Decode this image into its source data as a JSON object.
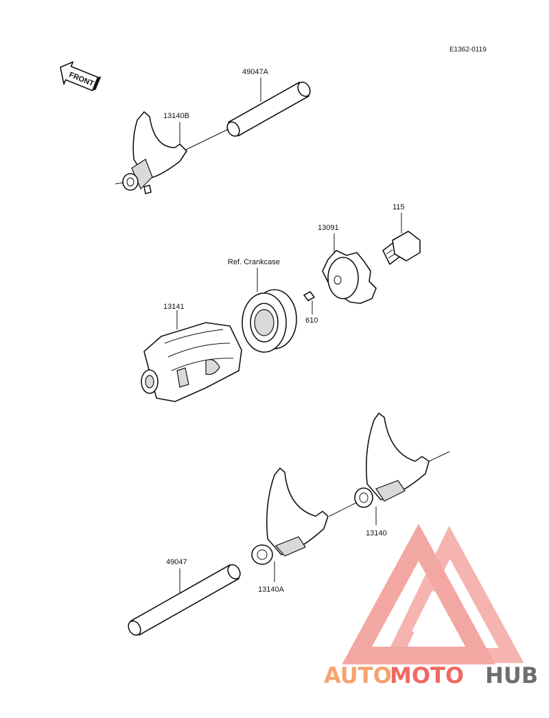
{
  "diagram": {
    "code": "E1362-0119",
    "front_label": "FRONT",
    "parts": {
      "shaft_upper": "49047A",
      "fork_upper": "13140B",
      "bolt": "115",
      "holder": "13091",
      "bearing_ref": "Ref. Crankcase",
      "drum": "13141",
      "pin": "610",
      "fork_right": "13140",
      "fork_lower": "13140A",
      "shaft_lower": "49047"
    }
  },
  "watermark": {
    "part1": "AUTO",
    "part2": "MOTO",
    "part3": "HUB",
    "colors": {
      "auto": "#f6a36f",
      "moto": "#ef6a62",
      "hub": "#6e6e6e",
      "logo": "#f08a84"
    }
  }
}
